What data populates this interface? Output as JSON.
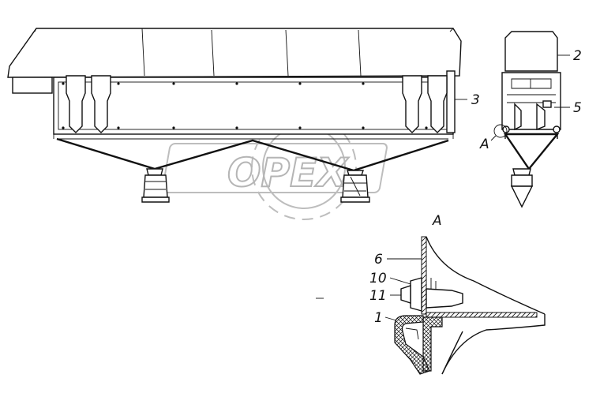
{
  "callouts": {
    "c2": "2",
    "c3": "3",
    "c5": "5",
    "cA": "A",
    "viewA": "A",
    "c6": "6",
    "c10": "10",
    "c11": "11",
    "c1": "1"
  },
  "watermark": {
    "logo_text": "OPEX"
  }
}
